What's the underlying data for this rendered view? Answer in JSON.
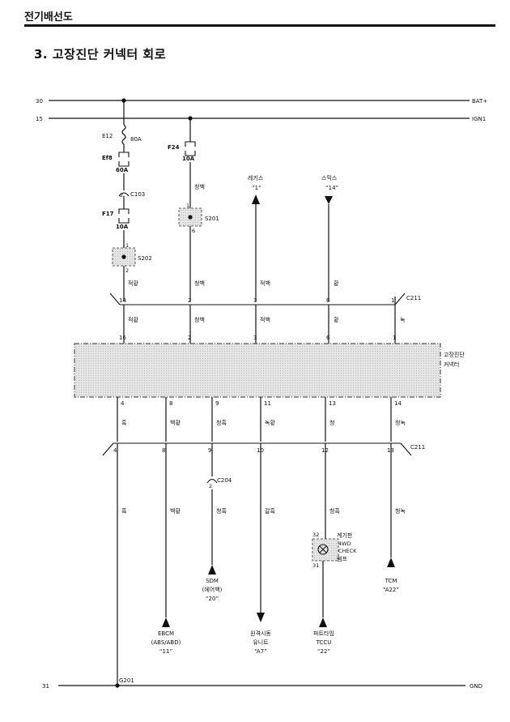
{
  "header": {
    "title": "전기배선도"
  },
  "section": {
    "title": "3. 고장진단 커넥터 회로"
  },
  "rails": {
    "bat_num": "30",
    "bat_name": "BAT+",
    "ign_num": "15",
    "ign_name": "IGN1",
    "gnd_num": "31",
    "gnd_name": "GND"
  },
  "fuses": {
    "e12": "E12",
    "e12_amp": "80A",
    "ef8": "Ef8",
    "ef8_amp": "60A",
    "c103": "C103",
    "c103_pin": "2",
    "f17": "F17",
    "f17_amp": "10A",
    "f24": "F24",
    "f24_amp": "10A"
  },
  "splices": {
    "s201": "S201",
    "s201_top": "1",
    "s201_bot": "6",
    "s202": "S202",
    "s202_top": "1",
    "s202_bot": "2"
  },
  "upper_wires": {
    "w1": "적황",
    "w2": "청백",
    "w3": "적백",
    "w4": "황",
    "w5": "녹",
    "f24_wire": "청백"
  },
  "signals": {
    "rekis": "레키스",
    "rekis_ref": "“1”",
    "smartkey": "스믹스",
    "smartkey_ref": "“14”"
  },
  "c211_top": {
    "name": "C211",
    "pins": [
      "14",
      "2",
      "3",
      "6",
      "1"
    ],
    "dlc_pins": [
      "16",
      "2",
      "3",
      "6",
      "1"
    ]
  },
  "dlc": {
    "line1": "고장진단",
    "line2": "커넥터"
  },
  "lower": {
    "dlc_pins": [
      "4",
      "8",
      "9",
      "11",
      "13",
      "14"
    ],
    "wires_a": [
      "흑",
      "백황",
      "청흑",
      "녹황",
      "청",
      "청녹"
    ],
    "c211_name": "C211",
    "c211_pins": [
      "4",
      "8",
      "9",
      "10",
      "12",
      "13"
    ],
    "wires_b": [
      "흑",
      "백황",
      "청흑",
      "갈흑",
      "청흑",
      "청녹"
    ]
  },
  "c204": {
    "name": "C204",
    "pin": "2"
  },
  "cluster": {
    "pin_top": "32",
    "pin_bot": "31",
    "l1": "계기판",
    "l2": "4WD",
    "l3": "CHECK",
    "l4": "램프"
  },
  "destinations": {
    "ebcm": [
      "EBCM",
      "(ABS/ABD)",
      "“11”"
    ],
    "sdm": [
      "SDM",
      "(에어백)",
      "“20”"
    ],
    "remote": [
      "원격시동",
      "유니트",
      "“A7”"
    ],
    "parttime": [
      "파트타임",
      "TCCU",
      "“22”"
    ],
    "tcm": [
      "TCM",
      "“A22”"
    ]
  },
  "ground": {
    "name": "G201"
  }
}
